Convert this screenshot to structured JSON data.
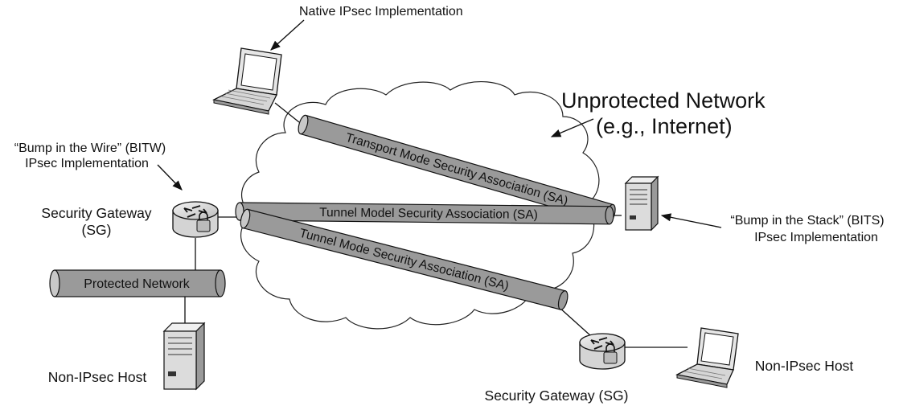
{
  "labels": {
    "native_ipsec": "Native IPsec Implementation",
    "unprotected_line1": "Unprotected Network",
    "unprotected_line2": "(e.g., Internet)",
    "bitw_line1": "“Bump in the Wire” (BITW)",
    "bitw_line2": "IPsec Implementation",
    "sg_left_line1": "Security Gateway",
    "sg_left_line2": "(SG)",
    "bits_line1": "“Bump in the Stack” (BITS)",
    "bits_line2": "IPsec Implementation",
    "protected_network": "Protected Network",
    "non_ipsec_left": "Non-IPsec Host",
    "non_ipsec_right": "Non-IPsec Host",
    "sg_bottom": "Security Gateway (SG)"
  },
  "tunnels": {
    "transport": "Transport Mode Security Association (SA)",
    "tunnel_model": "Tunnel Model Security Association (SA)",
    "tunnel_mode": "Tunnel Mode Security Association (SA)"
  },
  "colors": {
    "pipe_fill": "#9a9a9a",
    "pipe_end": "#c8c8c8",
    "stroke": "#111111"
  },
  "icons": [
    "laptop-icon",
    "router-lock-icon",
    "server-icon"
  ]
}
